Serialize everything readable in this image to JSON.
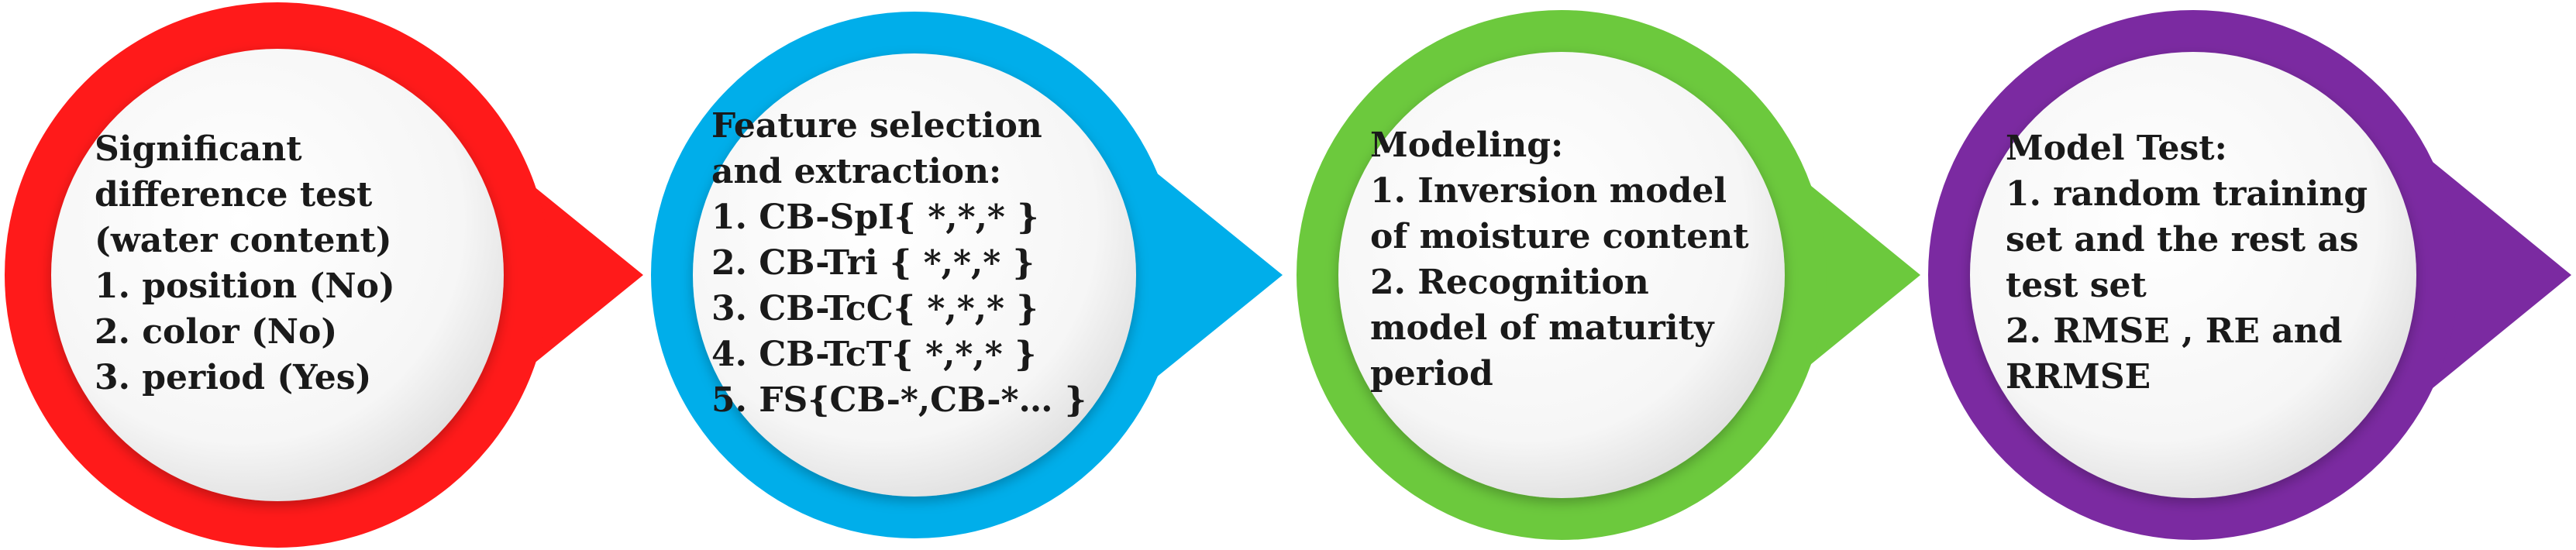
{
  "steps": [
    {
      "color": "#ff1a1a",
      "lines": [
        "Significant",
        "difference test",
        "(water content)",
        "1. position (No)",
        "2. color (No)",
        "3. period (Yes)"
      ]
    },
    {
      "color": "#00aeea",
      "lines": [
        "Feature selection",
        "and extraction:",
        "1. CB-SpI{ *,*,* }",
        "2. CB-Tri { *,*,* }",
        "3. CB-TcC{ *,*,* }",
        "4. CB-TcT{ *,*,* }",
        "5. FS{CB-*,CB-*… }"
      ]
    },
    {
      "color": "#6cc93d",
      "lines": [
        "Modeling:",
        "1. Inversion model",
        "of moisture content",
        "2. Recognition",
        "model of maturity",
        "period"
      ]
    },
    {
      "color": "#7b2aa1",
      "lines": [
        "Model Test:",
        "1. random training",
        "set and the rest as",
        "test set",
        "2.  RMSE , RE and",
        "RRMSE"
      ]
    }
  ]
}
